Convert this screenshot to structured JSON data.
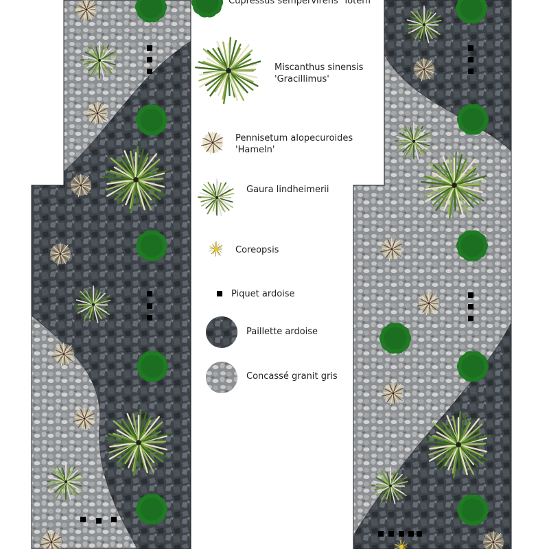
{
  "legend": {
    "cupressus": {
      "line1": "Cupressus sempervirens 'Totem'"
    },
    "miscanthus": {
      "line1": "Miscanthus sinensis",
      "line2": "'Gracillimus'"
    },
    "pennisetum": {
      "line1": "Pennisetum alopecuroides",
      "line2": "'Hameln'"
    },
    "gaura": {
      "line1": "Gaura lindheimerii"
    },
    "coreopsis": {
      "line1": "Coreopsis"
    },
    "piquet": {
      "line1": "Piquet ardoise"
    },
    "paillette": {
      "line1": "Paillette ardoise"
    },
    "concasse": {
      "line1": "Concassé granit gris"
    }
  },
  "colors": {
    "slate": "#3f454b",
    "granite": "#a9abad",
    "cypress": "#1f7a23",
    "grass": "#6f8f3a",
    "piquet": "#000000"
  }
}
